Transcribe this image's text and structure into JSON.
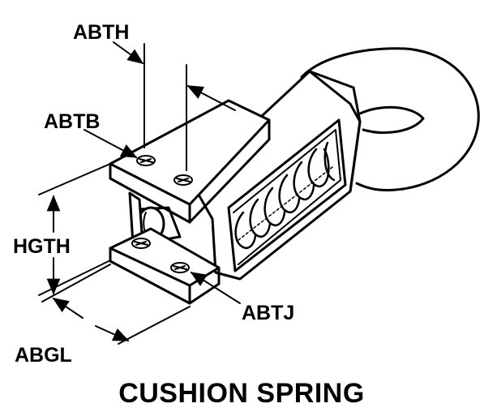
{
  "title": "CUSHION SPRING",
  "labels": {
    "abth": "ABTH",
    "abtb": "ABTB",
    "hgth": "HGTH",
    "abgl": "ABGL",
    "abtj": "ABTJ"
  },
  "colors": {
    "ink": "#000000",
    "paper": "#ffffff"
  }
}
